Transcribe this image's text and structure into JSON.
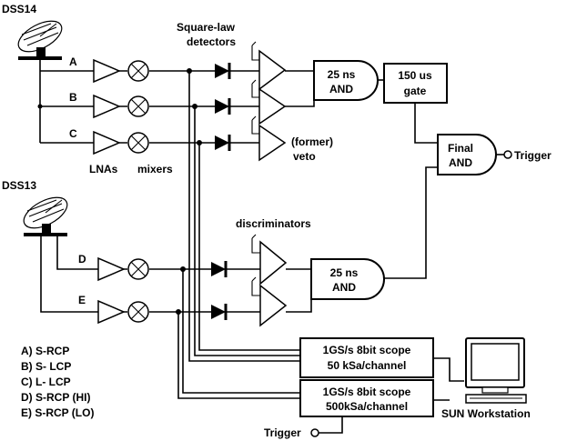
{
  "stations": {
    "top": "DSS14",
    "bottom": "DSS13"
  },
  "channels": {
    "a": "A",
    "b": "B",
    "c": "C",
    "d": "D",
    "e": "E"
  },
  "labels": {
    "square_law": "Square-law",
    "detectors": "detectors",
    "lnas": "LNAs",
    "mixers": "mixers",
    "former": "(former)",
    "veto": "veto",
    "discriminators": "discriminators",
    "trigger_out": "Trigger",
    "trigger_in": "Trigger",
    "sun_workstation": "SUN Workstation"
  },
  "blocks": {
    "and_top_l1": "25 ns",
    "and_top_l2": "AND",
    "gate_l1": "150 us",
    "gate_l2": "gate",
    "final_l1": "Final",
    "final_l2": "AND",
    "and_bot_l1": "25 ns",
    "and_bot_l2": "AND",
    "scope1_l1": "1GS/s 8bit scope",
    "scope1_l2": "50 kSa/channel",
    "scope2_l1": "1GS/s 8bit scope",
    "scope2_l2": "500kSa/channel"
  },
  "legend": [
    "A) S-RCP",
    "B) S- LCP",
    "C) L- LCP",
    "D) S-RCP (HI)",
    "E) S-RCP (LO)"
  ]
}
